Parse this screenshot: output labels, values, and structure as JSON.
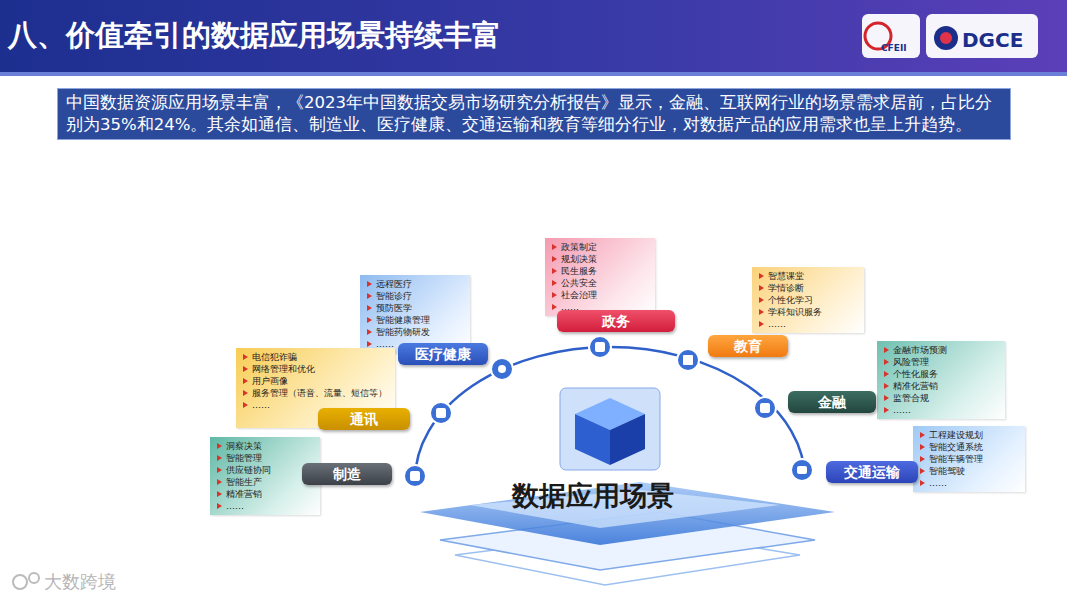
{
  "diagram": {
    "title": "八、价值牵引的数据应用场景持续丰富",
    "nodes": [
      {
        "text": [
          "中国数据资源应用场景丰富，《2023年中国数据交易市场研究分析报告》显示，金融、互联网行业的场景需求居前，占比分别为35%和24%。其余如通信、制造业、医疗健康、交通运输和教育等细分行业，对数据产品的应用需求也呈上升趋势。"
        ]
      },
      {
        "text": [
          "政策制定",
          "规划决策",
          "民生服务",
          "公共安全",
          "社会治理",
          "……"
        ]
      },
      {
        "text": [
          "政务"
        ]
      },
      {
        "text": [
          "智慧课堂",
          "学情诊断",
          "个性化学习",
          "学科知识服务",
          "……"
        ]
      },
      {
        "text": [
          "远程医疗",
          "智能诊疗",
          "预防医学",
          "智能健康管理",
          "智能药物研发",
          "……"
        ]
      },
      {
        "text": [
          "教育"
        ]
      },
      {
        "text": [
          "医疗健康"
        ]
      },
      {
        "text": [
          "金融市场预测",
          "风险管理",
          "个性化服务",
          "精准化营销",
          "监管合规",
          "……"
        ]
      },
      {
        "text": [
          "电信犯诈骗",
          "网络管理和优化",
          "用户画像",
          "服务管理（语音、流量、短信等）",
          "……"
        ]
      },
      {
        "text": [
          "金融"
        ]
      },
      {
        "text": [
          "通讯"
        ]
      },
      {
        "text": [
          "工程建设规划",
          "智能交通系统",
          "智能车辆管理",
          "智能驾驶",
          "……"
        ]
      },
      {
        "text": [
          "洞察决策",
          "智能管理",
          "供应链协同",
          "智能生产",
          "精准营销",
          "……"
        ]
      },
      {
        "text": [
          "制造"
        ]
      },
      {
        "text": [
          "交通运输"
        ]
      }
    ],
    "labels": [
      "CFEII",
      "DGCE",
      "数据应用场景",
      "大数跨境"
    ]
  }
}
